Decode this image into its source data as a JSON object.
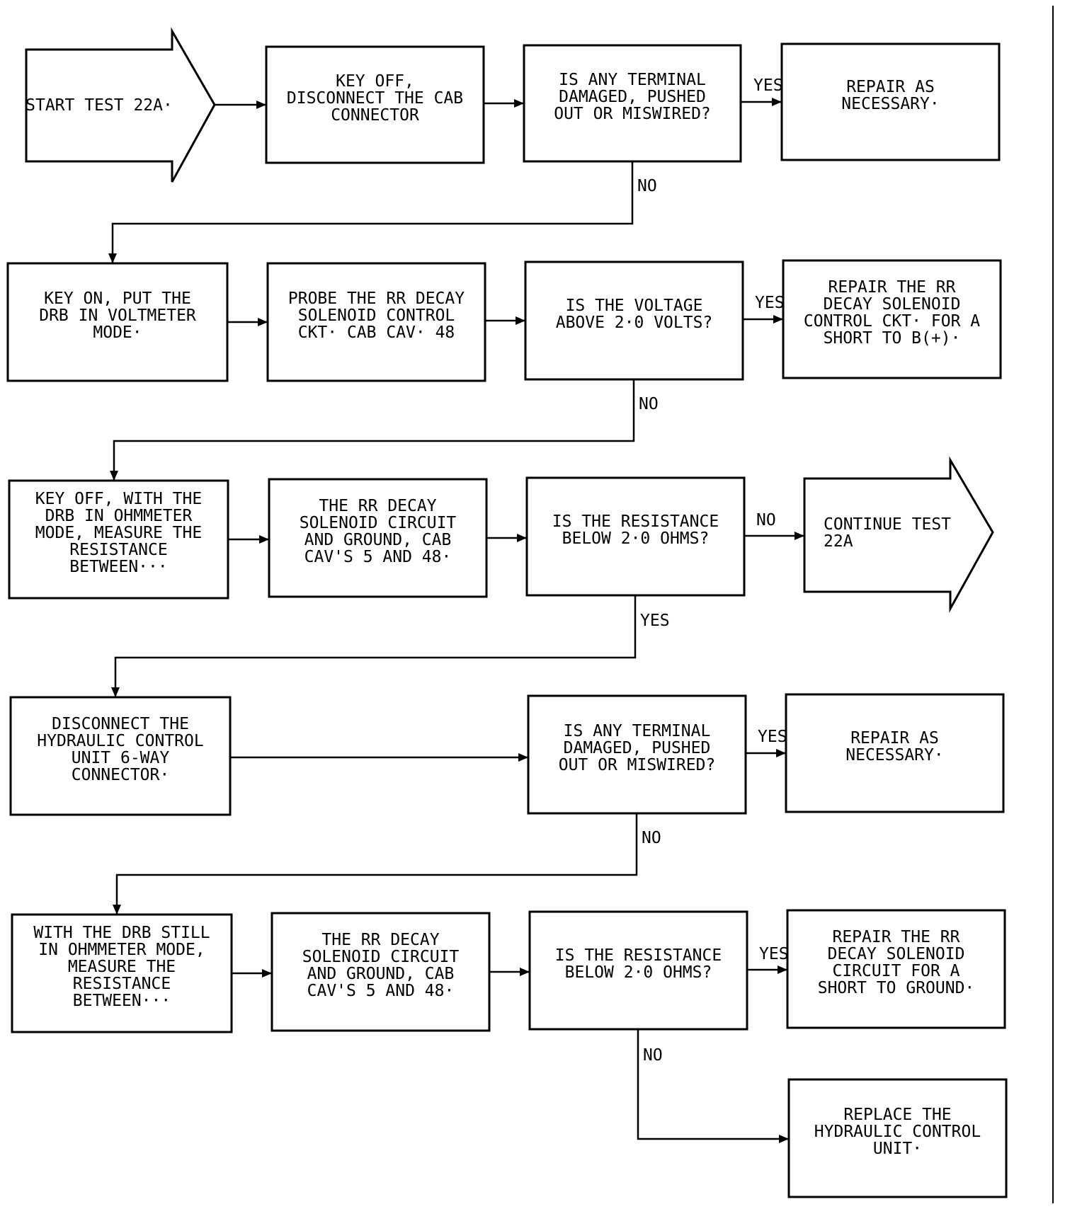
{
  "labels": {
    "yes": "YES",
    "no": "NO"
  },
  "nodes": [
    {
      "id": "start",
      "lines": [
        "START TEST 22A·"
      ]
    },
    {
      "id": "r1c2",
      "lines": [
        "KEY OFF,",
        "DISCONNECT THE CAB",
        "CONNECTOR"
      ]
    },
    {
      "id": "r1c3",
      "lines": [
        "IS ANY TERMINAL",
        "DAMAGED, PUSHED",
        "OUT OR MISWIRED?"
      ]
    },
    {
      "id": "r1c4",
      "lines": [
        "REPAIR AS",
        "NECESSARY·"
      ]
    },
    {
      "id": "r2c1",
      "lines": [
        "KEY ON, PUT THE",
        "DRB IN VOLTMETER",
        "MODE·"
      ]
    },
    {
      "id": "r2c2",
      "lines": [
        "PROBE THE RR DECAY",
        "SOLENOID CONTROL",
        "CKT· CAB CAV· 48"
      ]
    },
    {
      "id": "r2c3",
      "lines": [
        "IS THE VOLTAGE",
        "ABOVE 2·0 VOLTS?"
      ]
    },
    {
      "id": "r2c4",
      "lines": [
        "REPAIR THE RR",
        "DECAY SOLENOID",
        "CONTROL CKT· FOR A",
        "SHORT TO B(+)·"
      ]
    },
    {
      "id": "r3c1",
      "lines": [
        "KEY OFF, WITH THE",
        "DRB IN OHMMETER",
        "MODE, MEASURE THE",
        "RESISTANCE",
        "BETWEEN···"
      ]
    },
    {
      "id": "r3c2",
      "lines": [
        "THE RR DECAY",
        "SOLENOID CIRCUIT",
        "AND GROUND, CAB",
        "CAV'S 5 AND 48·"
      ]
    },
    {
      "id": "r3c3",
      "lines": [
        "IS THE RESISTANCE",
        "BELOW 2·0 OHMS?"
      ]
    },
    {
      "id": "continue",
      "lines": [
        "CONTINUE TEST",
        "22A"
      ]
    },
    {
      "id": "r4c1",
      "lines": [
        "DISCONNECT THE",
        "HYDRAULIC CONTROL",
        "UNIT 6-WAY",
        "CONNECTOR·"
      ]
    },
    {
      "id": "r4c3",
      "lines": [
        "IS ANY TERMINAL",
        "DAMAGED, PUSHED",
        "OUT OR MISWIRED?"
      ]
    },
    {
      "id": "r4c4",
      "lines": [
        "REPAIR AS",
        "NECESSARY·"
      ]
    },
    {
      "id": "r5c1",
      "lines": [
        "WITH THE DRB STILL",
        "IN OHMMETER MODE,",
        "MEASURE THE",
        "RESISTANCE",
        "BETWEEN···"
      ]
    },
    {
      "id": "r5c2",
      "lines": [
        "THE RR DECAY",
        "SOLENOID CIRCUIT",
        "AND GROUND, CAB",
        "CAV'S 5 AND 48·"
      ]
    },
    {
      "id": "r5c3",
      "lines": [
        "IS THE RESISTANCE",
        "BELOW 2·0 OHMS?"
      ]
    },
    {
      "id": "r5c4",
      "lines": [
        "REPAIR THE RR",
        "DECAY SOLENOID",
        "CIRCUIT FOR A",
        "SHORT TO GROUND·"
      ]
    },
    {
      "id": "r6c4",
      "lines": [
        "REPLACE THE",
        "HYDRAULIC CONTROL",
        "UNIT·"
      ]
    }
  ]
}
